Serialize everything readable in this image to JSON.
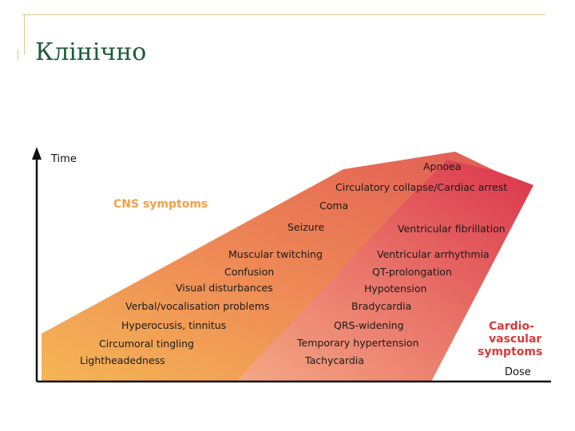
{
  "slide": {
    "title": "Клінічно"
  },
  "diagram": {
    "axes": {
      "y_label": "Time",
      "x_label": "Dose"
    },
    "cns": {
      "heading": "CNS symptoms",
      "color": "#f5a04a",
      "items": [
        "Muscular twitching",
        "Confusion",
        "Visual disturbances",
        "Verbal/vocalisation problems",
        "Hyperocusis, tinnitus",
        "Circumoral tingling",
        "Lightheadedness"
      ]
    },
    "shared": {
      "items": [
        "Apnoea",
        "Circulatory collapse/Cardiac arrest",
        "Coma",
        "Seizure"
      ]
    },
    "cardio": {
      "heading_lines": [
        "Cardio-",
        "vascular",
        "symptoms"
      ],
      "color": "#d93a3a",
      "items": [
        "Ventricular fibrillation",
        "Ventricular arrhythmia",
        "QT-prolongation",
        "Hypotension",
        "Bradycardia",
        "QRS-widening",
        "Temporary hypertension",
        "Tachycardia"
      ]
    }
  }
}
